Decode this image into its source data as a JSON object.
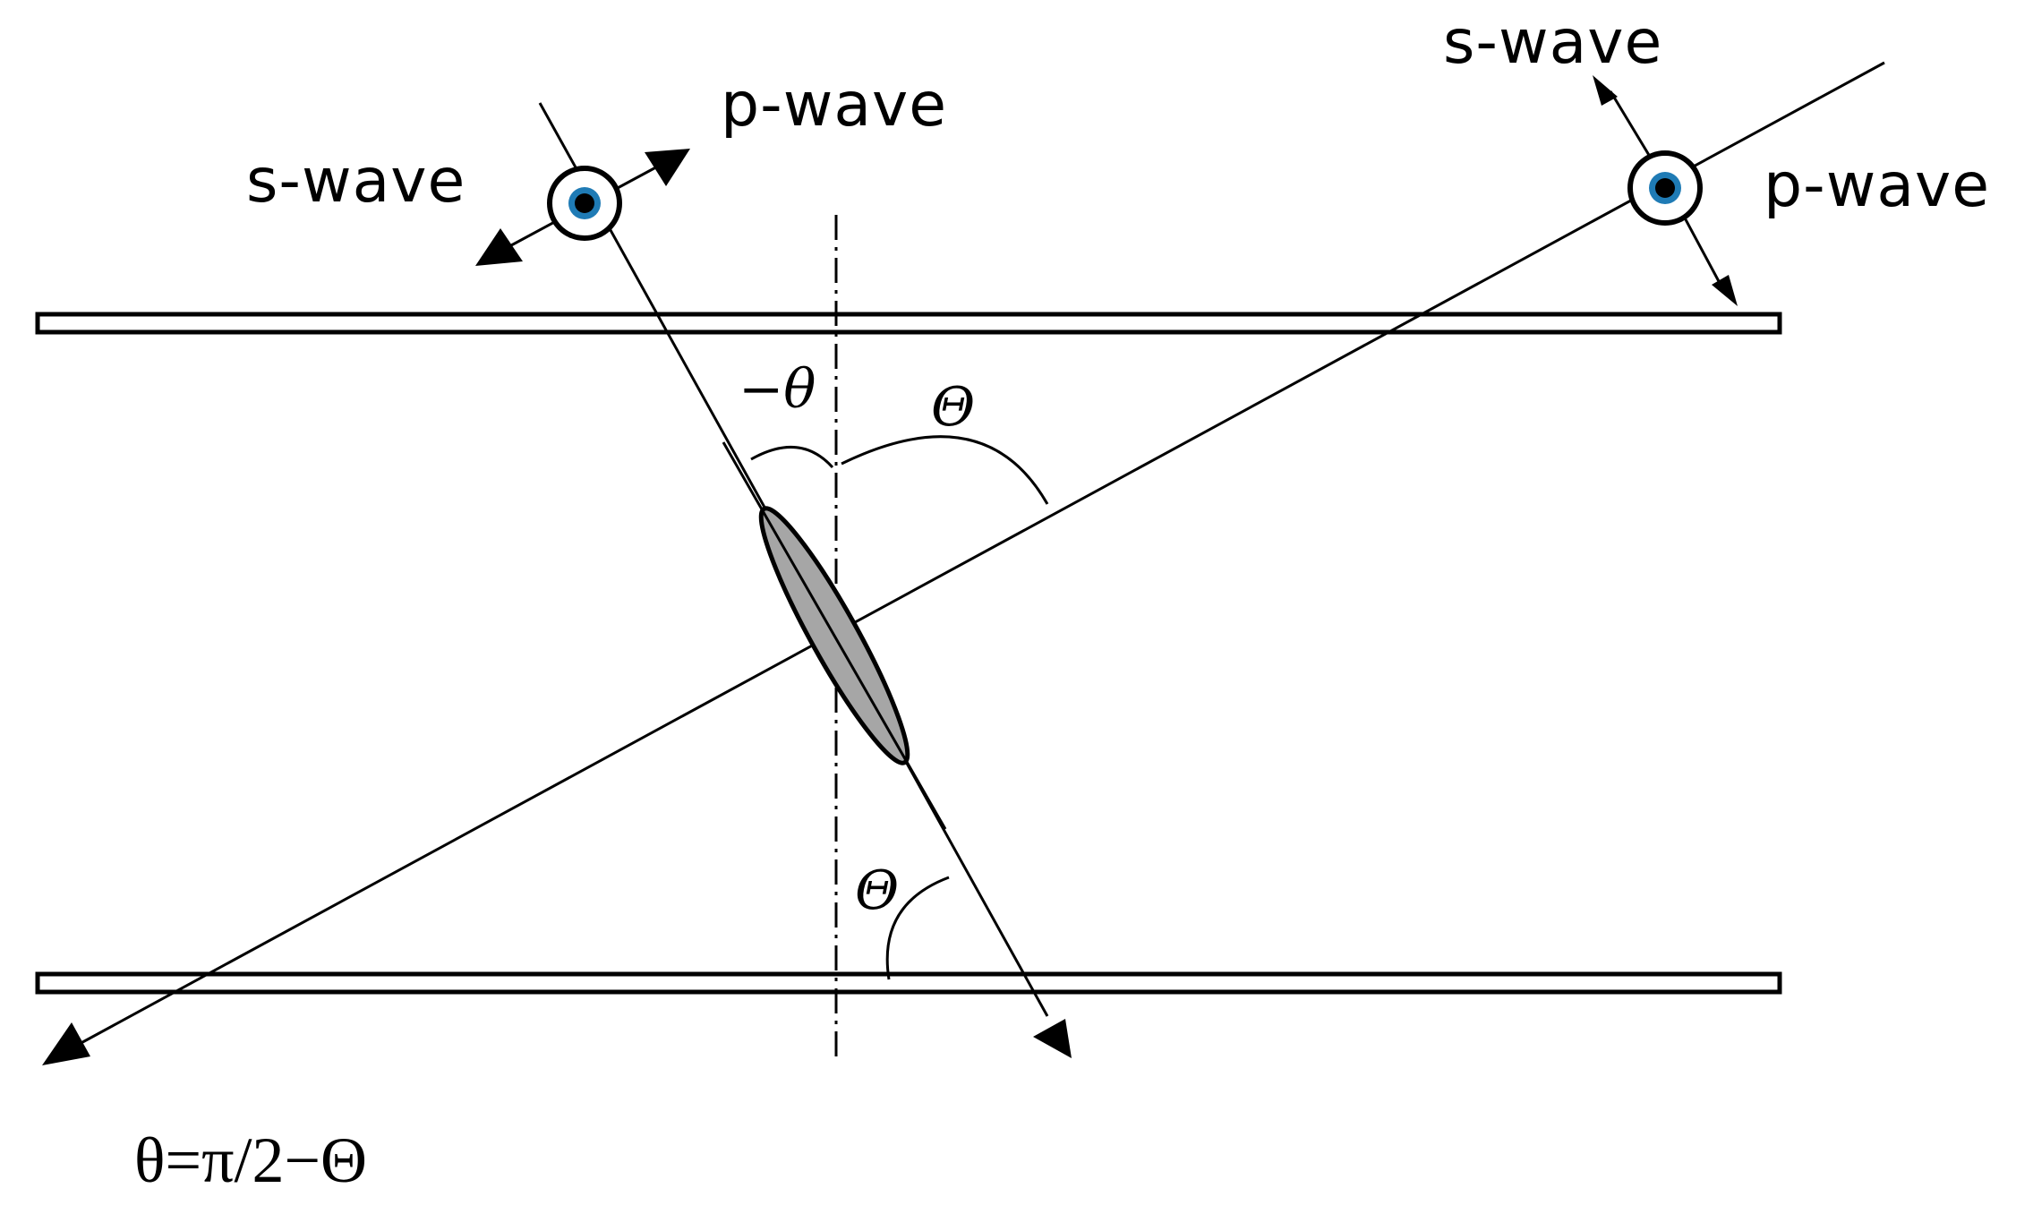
{
  "labels": {
    "s_wave_left": "s-wave",
    "p_wave_left": "p-wave",
    "s_wave_right": "s-wave",
    "p_wave_right": "p-wave",
    "minus_theta": "−θ",
    "big_theta_upper": "Θ",
    "big_theta_lower": "Θ",
    "formula": "θ=π/2−Θ"
  },
  "colors": {
    "line": "#000000",
    "ellipse_fill": "#a6a6a6",
    "eye_iris": "#1f7bb5",
    "eye_pupil": "#000000",
    "plate_fill": "#ffffff"
  }
}
